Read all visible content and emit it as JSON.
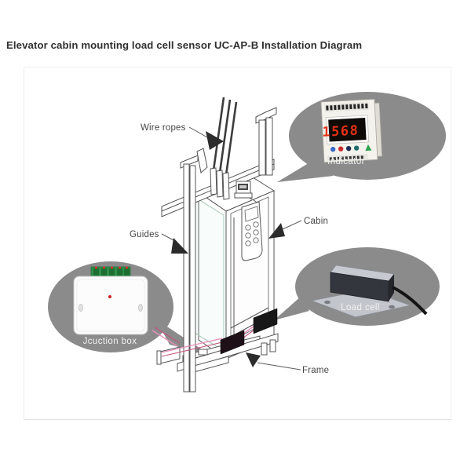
{
  "page": {
    "title": "Elevator cabin mounting load cell sensor UC-AP-B Installation Diagram"
  },
  "diagram": {
    "part_labels": {
      "wire_ropes": "Wire ropes",
      "guides": "Guides",
      "cabin": "Cabin",
      "frame": "Frame"
    },
    "callouts": {
      "indicator": {
        "label": "Indicator",
        "display_value": "1568"
      },
      "junction_box": {
        "label": "Jcuction box"
      },
      "load_cell": {
        "label": "Load cell"
      }
    },
    "colors": {
      "callout_bubble": "#8b8b8b",
      "callout_label_text": "#f0f0f0",
      "outline": "#555555",
      "annotation_text": "#464646",
      "arrow": "#2b2b2b",
      "display_background": "#0e0b07",
      "display_digits": "#e53015",
      "terminal_green": "#2f8f4a",
      "wire_pink": "#e891bb",
      "load_cell_body": "#33363d",
      "glass_green": "#a8c8b4"
    }
  }
}
